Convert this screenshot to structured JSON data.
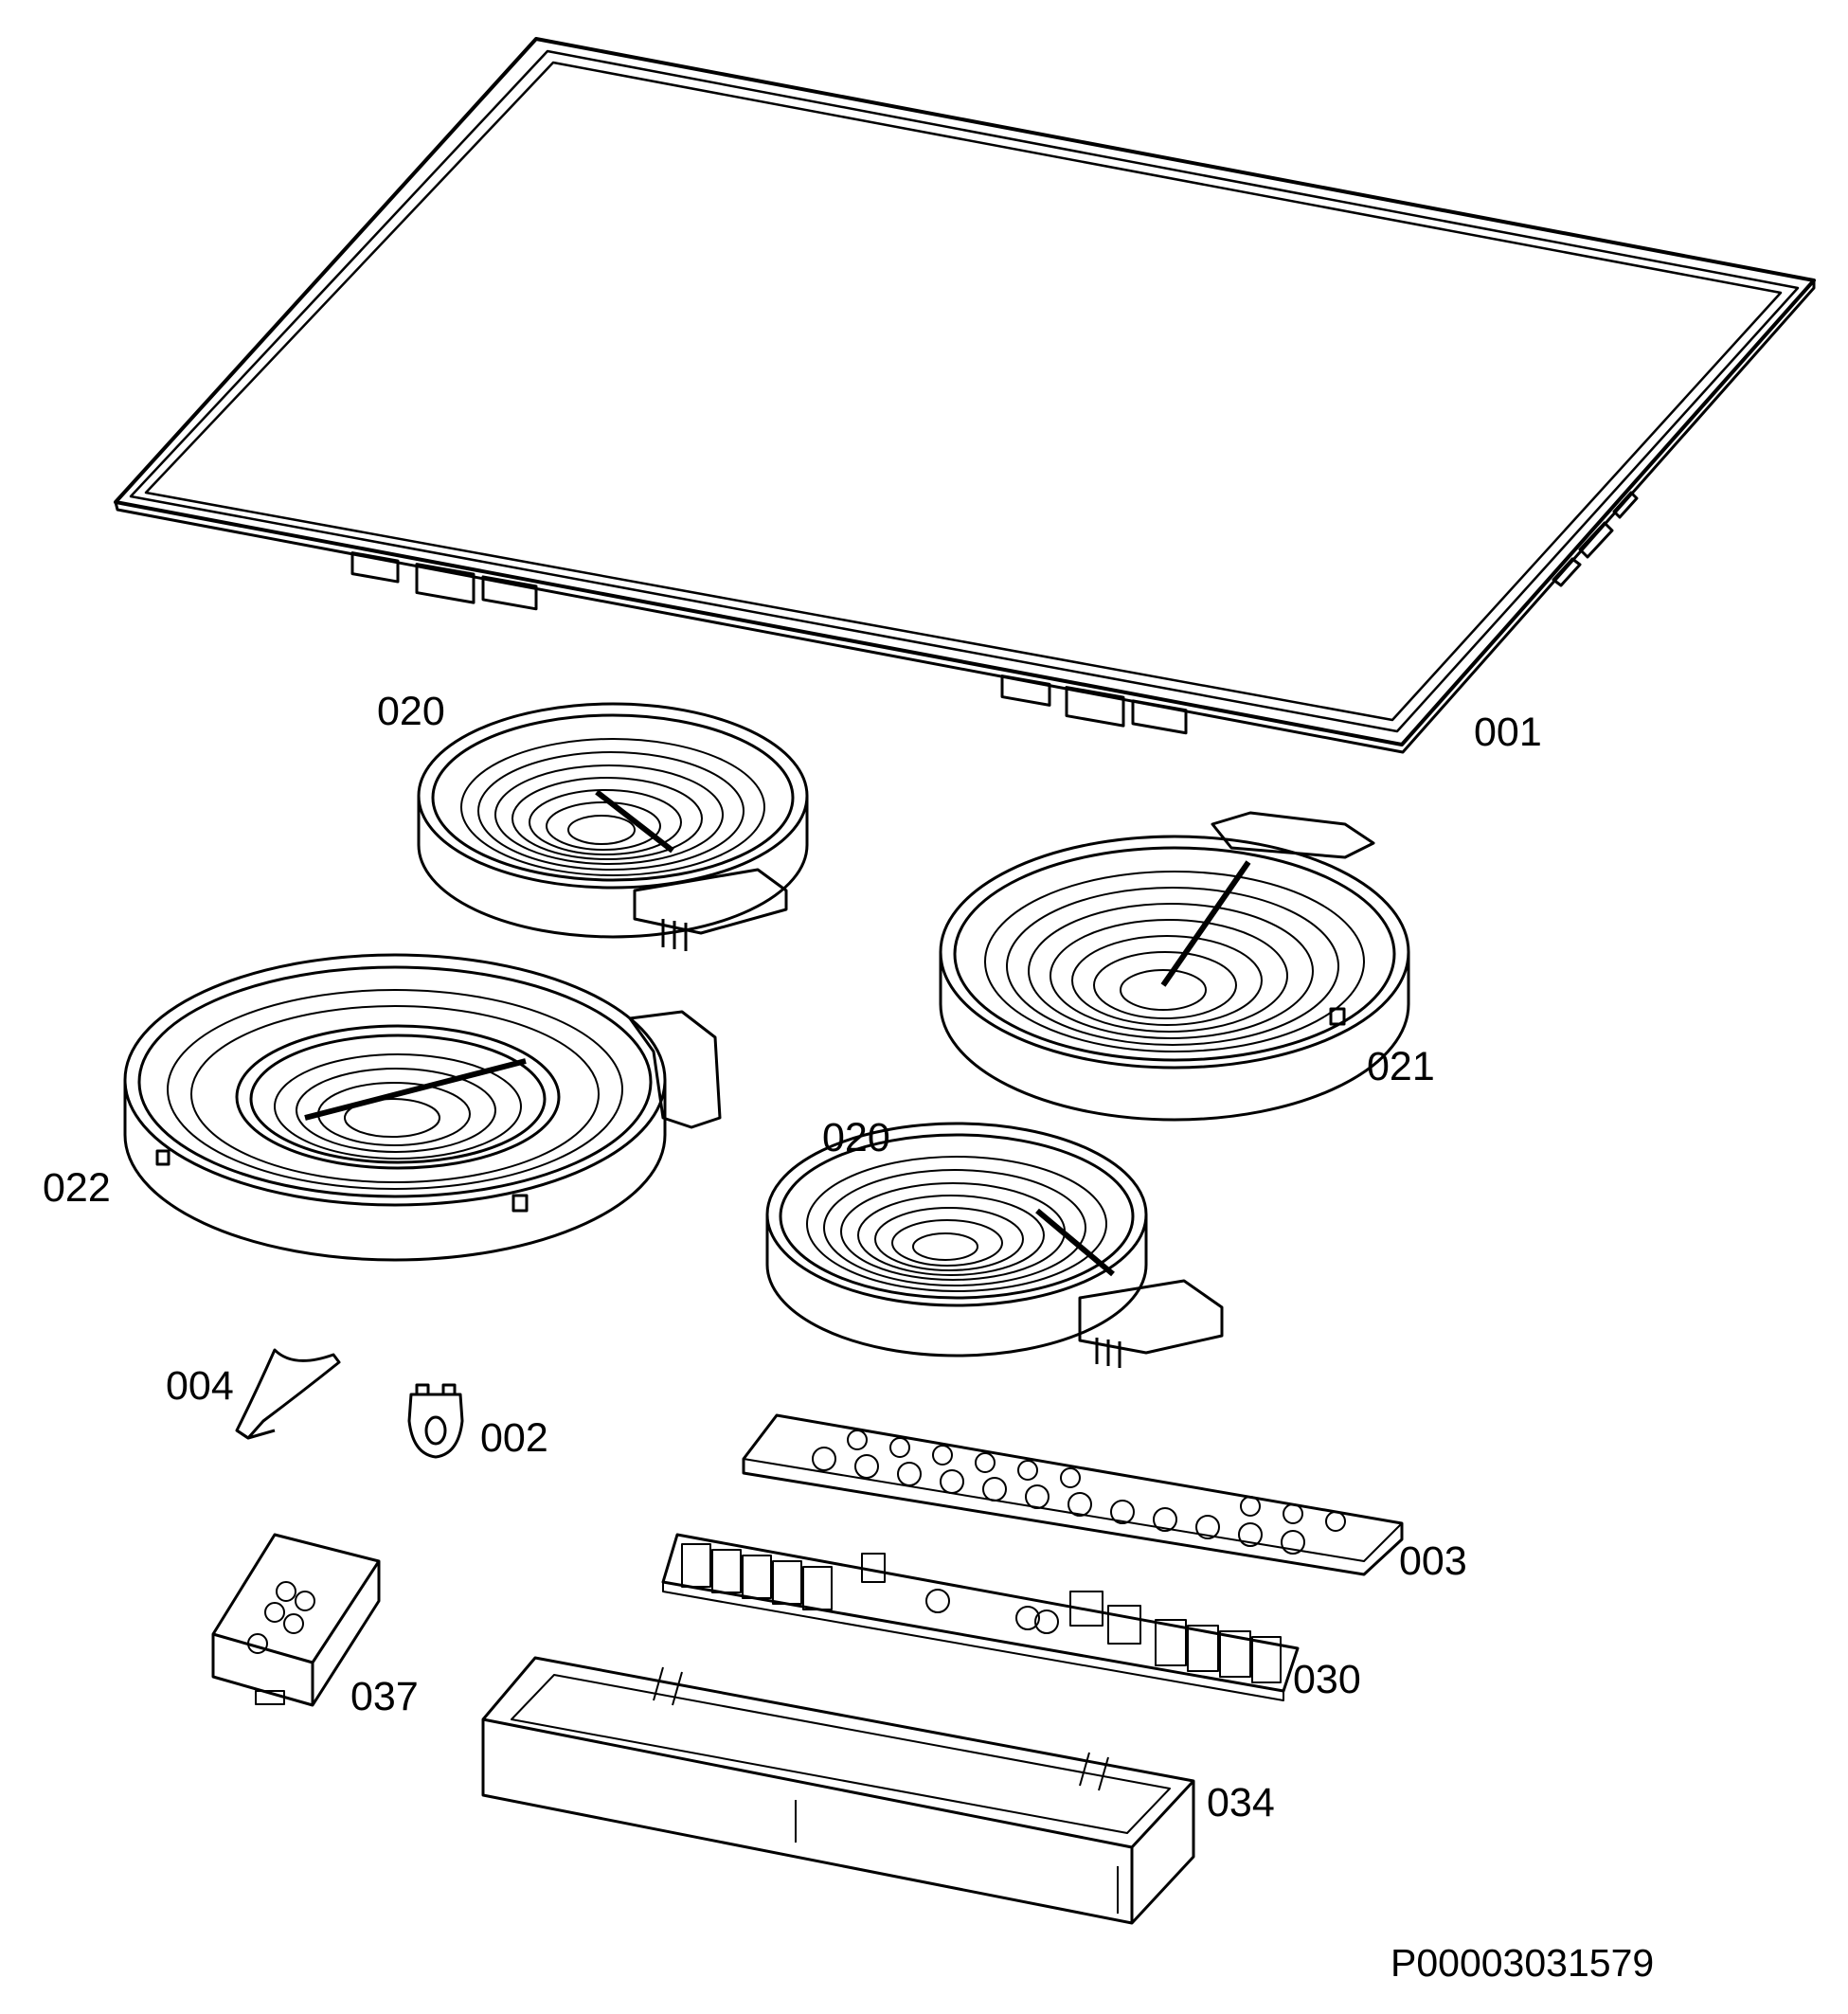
{
  "labels": {
    "p001": "001",
    "p020a": "020",
    "p020b": "020",
    "p021": "021",
    "p022": "022",
    "p004": "004",
    "p002": "002",
    "p003": "003",
    "p030": "030",
    "p037": "037",
    "p034": "034"
  },
  "document_id": "P00003031579",
  "line_color": "#000000",
  "background": "#ffffff"
}
